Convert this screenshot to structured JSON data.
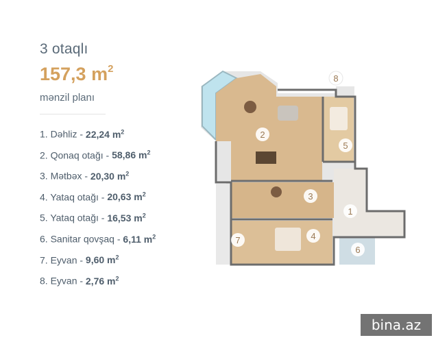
{
  "header": {
    "title": "3 otaqlı",
    "area_value": "157,3 m",
    "area_unit_sup": "2",
    "subtitle": "mənzil planı"
  },
  "rooms": [
    {
      "label": "1. Dəhliz - ",
      "value": "22,24 m",
      "sup": "2"
    },
    {
      "label": "2. Qonaq otağı - ",
      "value": "58,86 m",
      "sup": "2"
    },
    {
      "label": "3. Mətbəx - ",
      "value": "20,30 m",
      "sup": "2"
    },
    {
      "label": "4. Yataq otağı - ",
      "value": "20,63 m",
      "sup": "2"
    },
    {
      "label": "5. Yataq otağı - ",
      "value": "16,53 m",
      "sup": "2"
    },
    {
      "label": "6. Sanitar qovşaq - ",
      "value": "6,11 m",
      "sup": "2"
    },
    {
      "label": "7. Eyvan - ",
      "value": "9,60 m",
      "sup": "2"
    },
    {
      "label": "8. Eyvan - ",
      "value": "2,76 m",
      "sup": "2"
    }
  ],
  "plan_markers": [
    "1",
    "2",
    "3",
    "4",
    "5",
    "6",
    "7",
    "8"
  ],
  "watermark": "bina.az",
  "colors": {
    "accent": "#d4a15e",
    "text": "#5a6a78",
    "wood_floor": "#d8b98e",
    "tile_floor": "#e8e4de"
  }
}
